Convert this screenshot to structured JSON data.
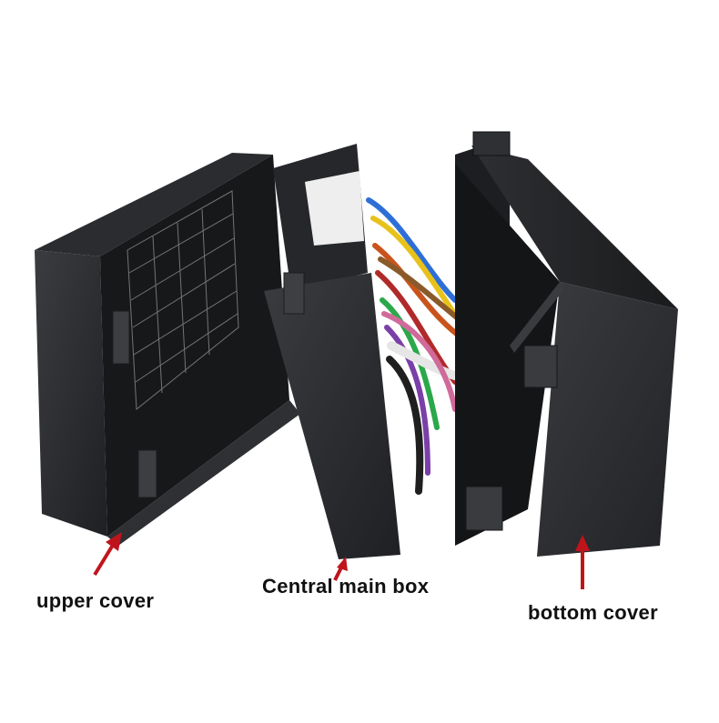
{
  "image": {
    "subject": "Automotive fuse / relay box split into three parts with wiring harness",
    "background_color": "#ffffff",
    "box_color": "#2a2b2e",
    "arrow_color": "#c0141c"
  },
  "labels": {
    "upper": "upper cover",
    "central": "Central main box",
    "bottom": "bottom cover"
  },
  "icons": {
    "arrow": "red-arrow-icon"
  }
}
